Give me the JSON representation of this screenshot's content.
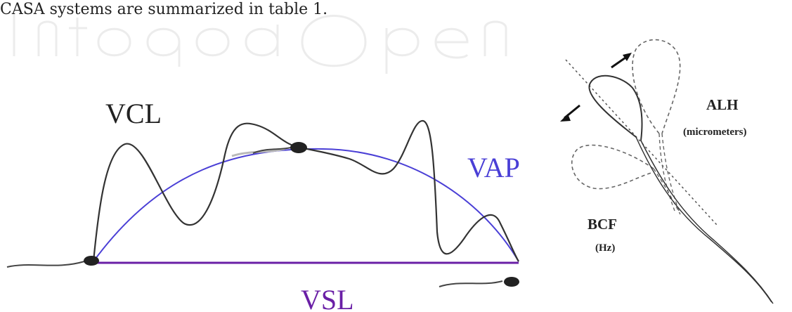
{
  "intro_text": "CASA systems are summarized in table 1.",
  "labels": {
    "vcl": "VCL",
    "vap": "VAP",
    "vsl": "VSL",
    "alh": "ALH",
    "alh_unit": "(micrometers)",
    "bcf": "BCF",
    "bcf_unit": "(Hz)"
  },
  "colors": {
    "vcl_path": "#333333",
    "vap_path": "#4a3fd6",
    "vsl_path": "#6a1fa6",
    "vap_label": "#4a3fd6",
    "vsl_label": "#6a1fa6",
    "text": "#222222"
  }
}
